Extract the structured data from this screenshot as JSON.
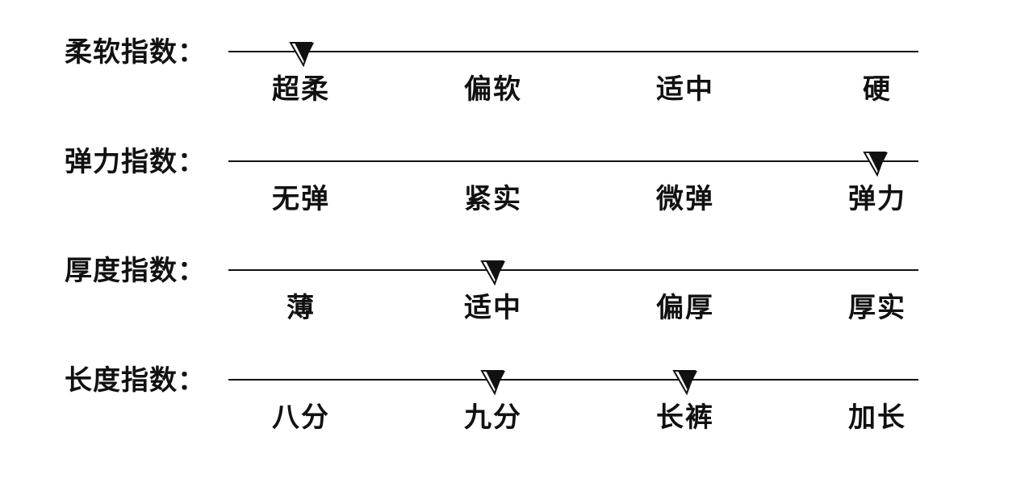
{
  "rows": [
    {
      "label": "柔软指数：",
      "options": [
        "超柔",
        "偏软",
        "适中",
        "硬"
      ],
      "selected": [
        "超柔"
      ]
    },
    {
      "label": "弹力指数：",
      "options": [
        "无弹",
        "紧实",
        "微弹",
        "弹力"
      ],
      "selected": [
        "弹力"
      ]
    },
    {
      "label": "厚度指数：",
      "options": [
        "薄",
        "适中",
        "偏厚",
        "厚实"
      ],
      "selected": [
        "适中"
      ]
    },
    {
      "label": "长度指数：",
      "options": [
        "八分",
        "九分",
        "长裤",
        "加长"
      ],
      "selected": [
        "九分",
        "长裤"
      ]
    }
  ],
  "colors": {
    "ink": "#111111",
    "background": "#ffffff"
  },
  "icons": {
    "marker": "down-triangle-marker-icon"
  }
}
